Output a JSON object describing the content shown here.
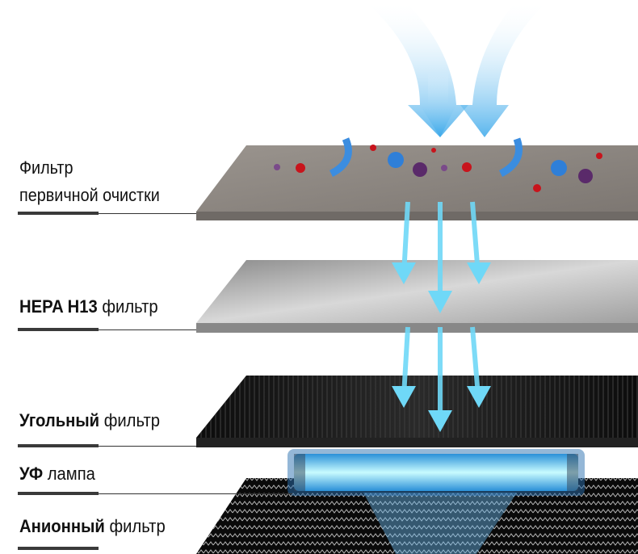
{
  "layers": [
    {
      "line1": "Фильтр",
      "line2": "первичной очистки"
    },
    {
      "bold": "HEPA H13",
      "normal": " фильтр"
    },
    {
      "bold": "Угольный",
      "normal": " фильтр"
    },
    {
      "bold": "УФ",
      "normal": " лампа"
    },
    {
      "bold": "Анионный",
      "normal": " фильтр"
    }
  ],
  "colors": {
    "air": "#4fb6ee",
    "prefilter": "#8a8580",
    "hepa": "#b8b8b8",
    "carbon": "#151515",
    "uv": "#6ee8ff"
  }
}
